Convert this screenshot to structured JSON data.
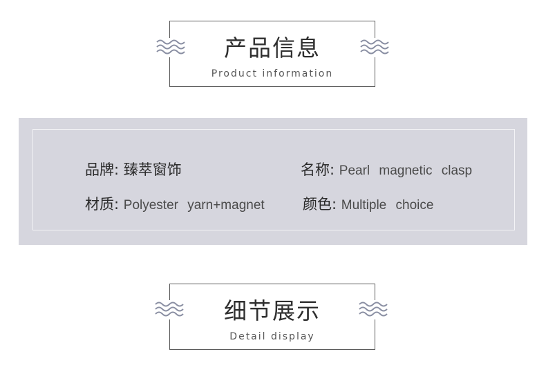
{
  "section1": {
    "title_cn": "产品信息",
    "title_en": "Product information"
  },
  "info": {
    "brand_label": "品牌:",
    "brand_value": "臻萃窗饰",
    "name_label": "名称:",
    "name_value": "Pearl magnetic clasp",
    "material_label": "材质:",
    "material_value": "Polyester yarn+magnet",
    "color_label": "颜色:",
    "color_value": "Multiple choice"
  },
  "section2": {
    "title_cn": "细节展示",
    "title_en": "Detail display"
  },
  "colors": {
    "panel": "#d6d6de",
    "wave": "#8a8fa3",
    "frame": "#5a5a5a"
  },
  "icons": {
    "left": "wave-lines-icon",
    "right": "wave-lines-icon"
  }
}
